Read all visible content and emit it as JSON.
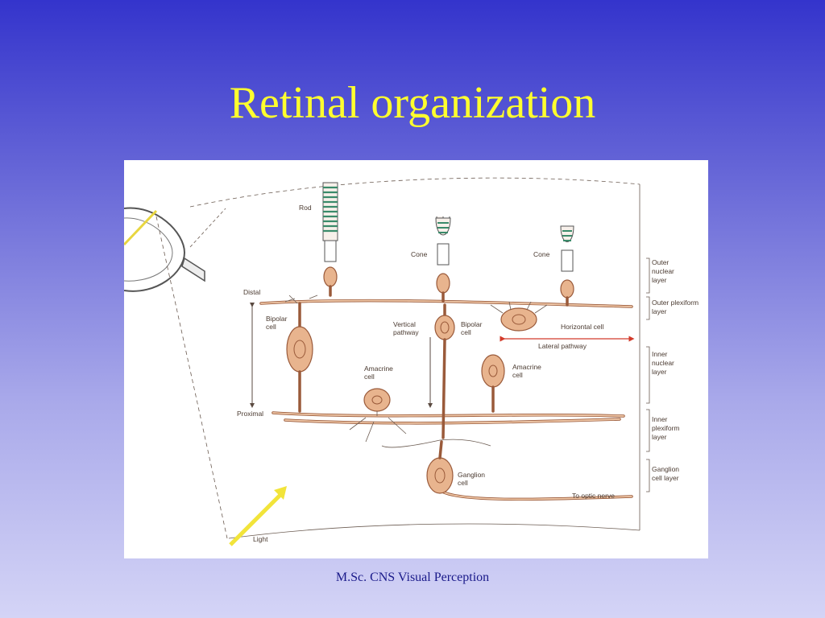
{
  "slide": {
    "title": "Retinal organization",
    "footer": "M.Sc. CNS Visual Perception"
  },
  "figure": {
    "labels": {
      "rod": "Rod",
      "cone_left": "Cone",
      "cone_right": "Cone",
      "distal": "Distal",
      "proximal": "Proximal",
      "bipolar_left": [
        "Bipolar",
        "cell"
      ],
      "vertical_pathway": [
        "Vertical",
        "pathway"
      ],
      "bipolar_right": [
        "Bipolar",
        "cell"
      ],
      "horizontal_cell": "Horizontal cell",
      "lateral_pathway": "Lateral pathway",
      "amacrine_left": [
        "Amacrine",
        "cell"
      ],
      "amacrine_right": [
        "Amacrine",
        "cell"
      ],
      "ganglion_cell": [
        "Ganglion",
        "cell"
      ],
      "to_optic_nerve": "To optic nerve",
      "light": "Light"
    },
    "layers": [
      [
        "Outer",
        "nuclear",
        "layer"
      ],
      [
        "Outer plexiform",
        "layer"
      ],
      [
        "Inner",
        "nuclear",
        "layer"
      ],
      [
        "Inner",
        "plexiform",
        "layer"
      ],
      [
        "Ganglion",
        "cell layer"
      ]
    ],
    "colors": {
      "cell_fill": "#e8b48e",
      "cell_outline": "#9a5a3a",
      "light_arrow": "#f2e43a",
      "lateral_arrow": "#d23a2a"
    }
  }
}
